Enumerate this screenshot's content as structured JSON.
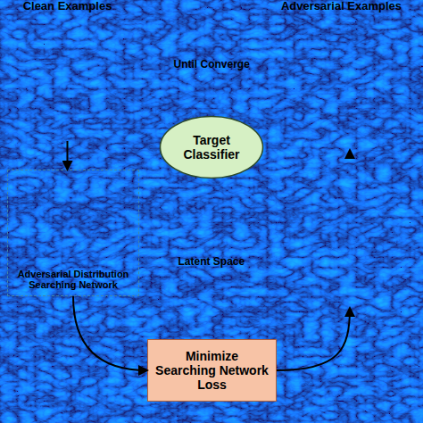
{
  "diagram": {
    "nodes": [
      {
        "text": [
          "Clean Examples"
        ]
      },
      {
        "text": [
          "Adversarial Examples"
        ]
      },
      {
        "text": [
          "Target Classifier"
        ]
      },
      {
        "text": [
          "Adversarial Distribution Searching Network"
        ]
      },
      {
        "text": [
          "Minimize Searching Network Loss"
        ]
      }
    ],
    "edges": [
      {
        "from": 0,
        "to": 3,
        "arrow": "to"
      },
      {
        "from": 3,
        "to": 4,
        "arrow": "to"
      }
    ],
    "labels": [
      "Until Converge",
      "Latent Space"
    ]
  }
}
